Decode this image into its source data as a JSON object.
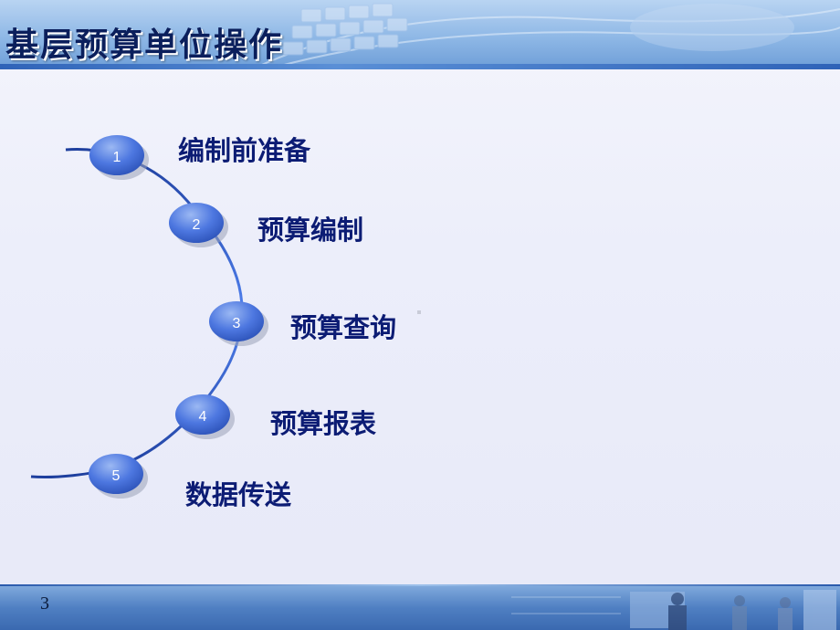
{
  "slide": {
    "title": "基层预算单位操作",
    "page_number": "3"
  },
  "steps": [
    {
      "number": "1",
      "label": "编制前准备"
    },
    {
      "number": "2",
      "label": "预算编制"
    },
    {
      "number": "3",
      "label": "预算查询"
    },
    {
      "number": "4",
      "label": "预算报表"
    },
    {
      "number": "5",
      "label": "数据传送"
    }
  ],
  "colors": {
    "title_text": "#0b1f5c",
    "label_text": "#0c1c74",
    "curve_line": "#3f6fe0",
    "node_fill": "#4d77e0",
    "header_band": "#8fb8e6",
    "footer_band": "#4f7fc2"
  }
}
